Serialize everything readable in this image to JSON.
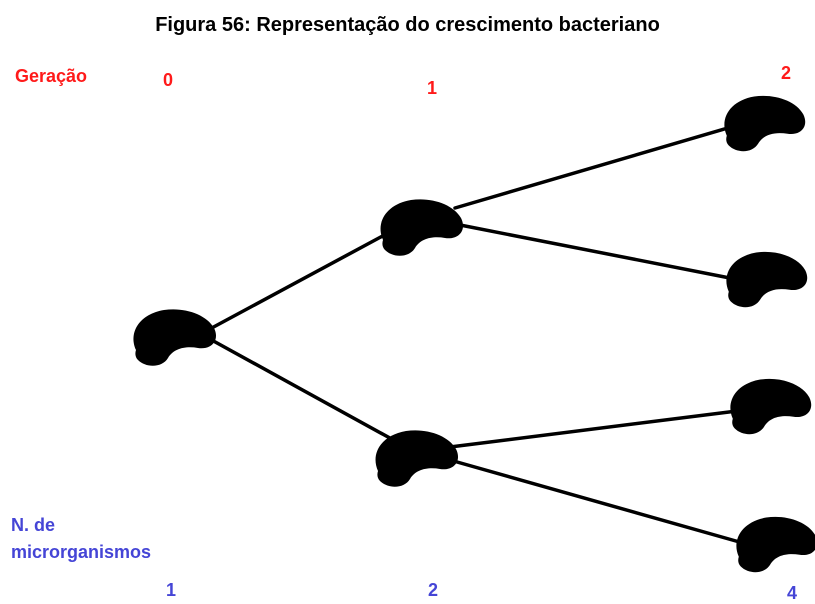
{
  "title": "Figura 56: Representação do crescimento bacteriano",
  "generation_label": "Geração",
  "generations": [
    "0",
    "1",
    "2"
  ],
  "count_label_line1": "N. de",
  "count_label_line2": "microrganismos",
  "counts": [
    "1",
    "2",
    "4"
  ],
  "colors": {
    "generation": "#ff1a1a",
    "count": "#4545d6",
    "bacteria": "#000000",
    "branch": "#000000"
  },
  "icons": {
    "bacterium": "bean-shaped-bacterium-icon"
  }
}
